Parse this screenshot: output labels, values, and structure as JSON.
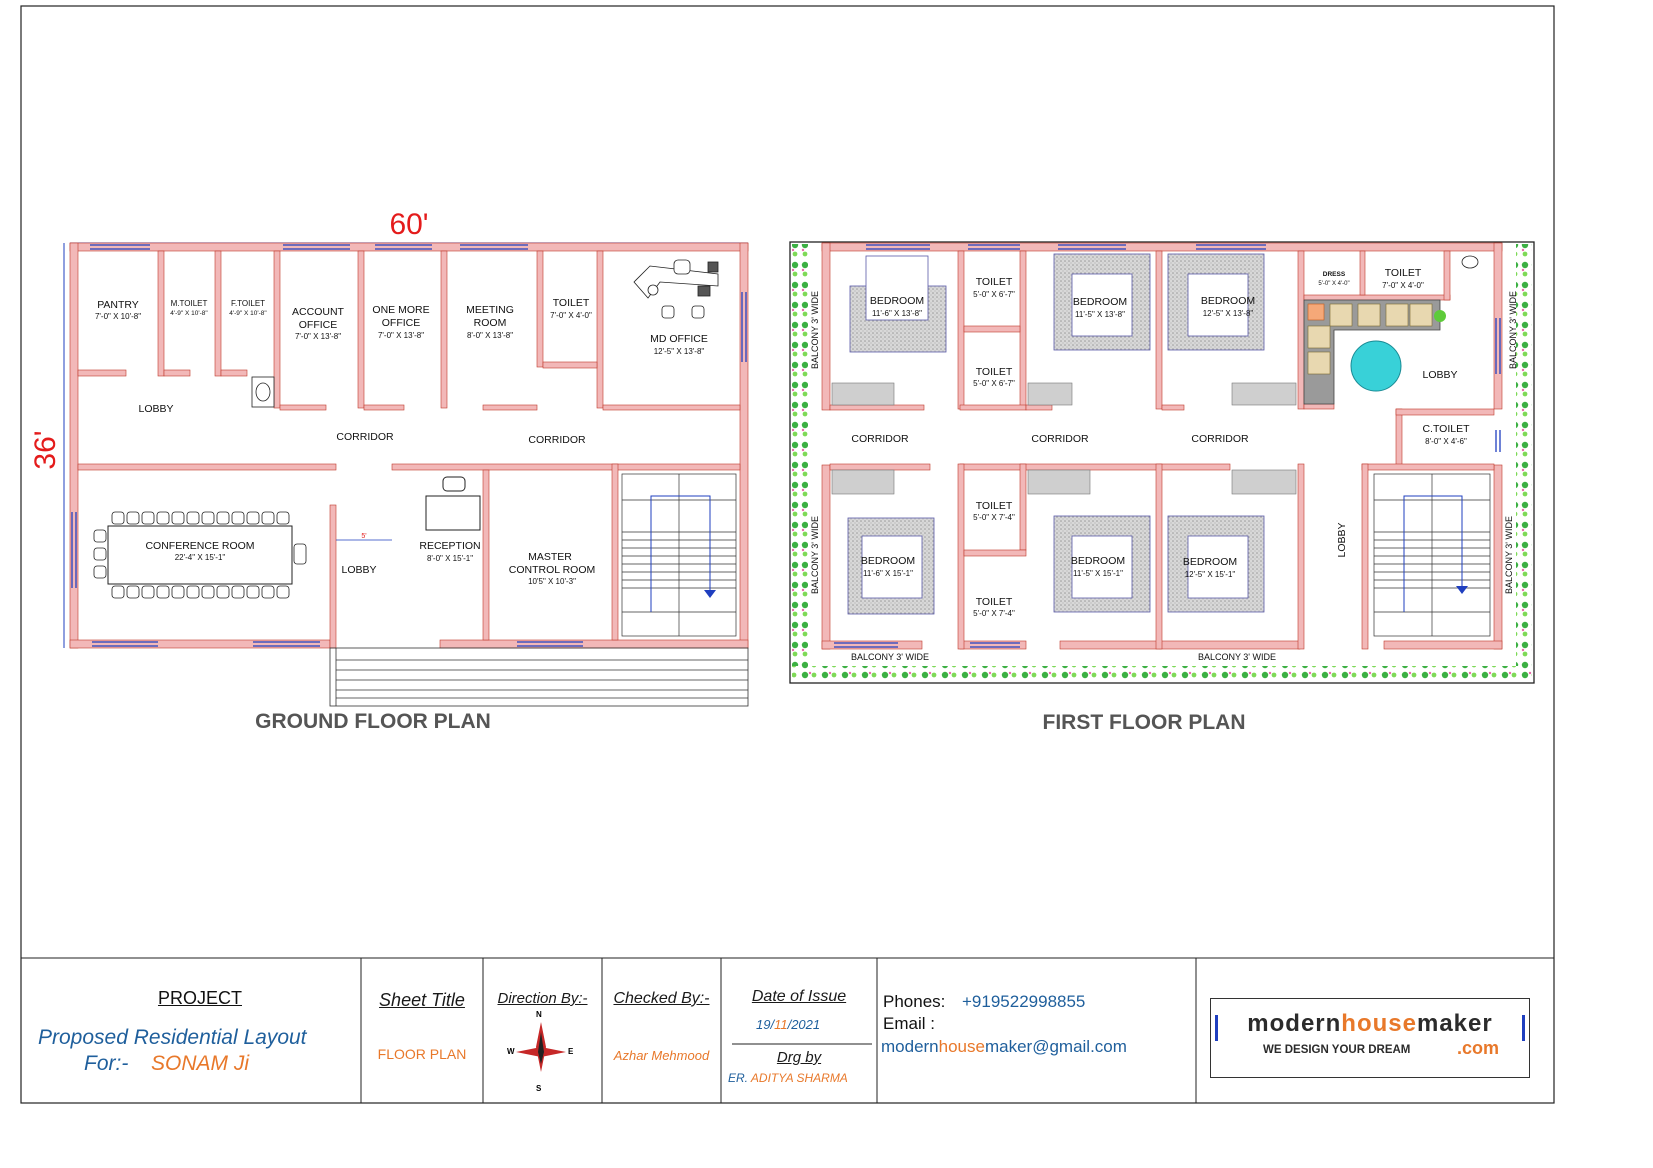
{
  "colors": {
    "wall": "#f2b8b8",
    "wall_edge": "#c0392b",
    "window": "#1f3fbf",
    "dimension": "#e41b1b",
    "plant": "#3cb043",
    "orange": "#e8782a",
    "blue": "#1f5f9c"
  },
  "dimensions": {
    "width": "60'",
    "depth": "36'"
  },
  "ground_floor": {
    "title": "GROUND FLOOR PLAN",
    "rooms": {
      "pantry": {
        "name": "PANTRY",
        "size": "7'-0\" X 10'-8\""
      },
      "mtoilet": {
        "name": "M.TOILET",
        "size": "4'-9\" X 10'-8\""
      },
      "ftoilet": {
        "name": "F.TOILET",
        "size": "4'-9\" X 10'-8\""
      },
      "account": {
        "name1": "ACCOUNT",
        "name2": "OFFICE",
        "size": "7'-0\" X 13'-8\""
      },
      "onemore": {
        "name1": "ONE MORE",
        "name2": "OFFICE",
        "size": "7'-0\" X 13'-8\""
      },
      "meeting": {
        "name1": "MEETING",
        "name2": "ROOM",
        "size": "8'-0\" X 13'-8\""
      },
      "toilet": {
        "name": "TOILET",
        "size": "7'-0\" X 4'-0\""
      },
      "md": {
        "name": "MD OFFICE",
        "size": "12'-5\" X 13'-8\""
      },
      "lobby1": {
        "name": "LOBBY"
      },
      "corridor1": {
        "name": "CORRIDOR"
      },
      "corridor2": {
        "name": "CORRIDOR"
      },
      "conference": {
        "name": "CONFERENCE ROOM",
        "size": "22'-4\" X 15'-1\""
      },
      "lobby2": {
        "name": "LOBBY"
      },
      "reception": {
        "name": "RECEPTION",
        "size": "8'-0\" X 15'-1\""
      },
      "master": {
        "name1": "MASTER",
        "name2": "CONTROL ROOM",
        "size": "10'5\" X 10'-3\""
      },
      "door_mark": "5'"
    }
  },
  "first_floor": {
    "title": "FIRST FLOOR PLAN",
    "rooms": {
      "bed1": {
        "name": "BEDROOM",
        "size": "11'-6\" X 13'-8\""
      },
      "toilet1": {
        "name": "TOILET",
        "size": "5'-0\" X 6'-7\""
      },
      "toilet2": {
        "name": "TOILET",
        "size": "5'-0\" X 6'-7\""
      },
      "bed2": {
        "name": "BEDROOM",
        "size": "11'-5\" X 13'-8\""
      },
      "bed3": {
        "name": "BEDROOM",
        "size": "12'-5\" X 13'-8\""
      },
      "dress": {
        "name": "DRESS",
        "size": "5'-0\" X 4'-0\""
      },
      "toilet3": {
        "name": "TOILET",
        "size": "7'-0\" X 4'-0\""
      },
      "lobby": {
        "name": "LOBBY"
      },
      "ctoilet": {
        "name": "C.TOILET",
        "size": "8'-0\" X 4'-6\""
      },
      "corridor1": {
        "name": "CORRIDOR"
      },
      "corridor2": {
        "name": "CORRIDOR"
      },
      "corridor3": {
        "name": "CORRIDOR"
      },
      "bed4": {
        "name": "BEDROOM",
        "size": "11'-6\" X 15'-1\""
      },
      "toilet4": {
        "name": "TOILET",
        "size": "5'-0\" X 7'-4\""
      },
      "toilet5": {
        "name": "TOILET",
        "size": "5'-0\" X 7'-4\""
      },
      "bed5": {
        "name": "BEDROOM",
        "size": "11'-5\" X 15'-1\""
      },
      "bed6": {
        "name": "BEDROOM",
        "size": "12'-5\" X 15'-1\""
      },
      "lobby2": {
        "name": "LOBBY"
      },
      "balcony_tl": "BALCONY 3' WIDE",
      "balcony_bl": "BALCONY 3' WIDE",
      "balcony_tr": "BALCONY 3' WIDE",
      "balcony_br": "BALCONY 3' WIDE",
      "balcony_b1": "BALCONY 3' WIDE",
      "balcony_b2": "BALCONY 3' WIDE"
    }
  },
  "title_block": {
    "project_label": "PROJECT",
    "project_line1": "Proposed Residential Layout",
    "project_for": "For:-",
    "project_client": "SONAM Ji",
    "sheet_title_label": "Sheet Title",
    "sheet_title": "FLOOR PLAN",
    "direction_label": "Direction By:-",
    "compass": {
      "n": "N",
      "s": "S",
      "e": "E",
      "w": "W"
    },
    "checked_label": "Checked By:-",
    "checked_by": "Azhar Mehmood",
    "date_label": "Date of Issue",
    "date_day": "19/",
    "date_month": "11",
    "date_year": "/2021",
    "drg_label": "Drg by",
    "drg_prefix": "ER.",
    "drg_name": "ADITYA SHARMA",
    "phones_label": "Phones:",
    "phone": "+919522998855",
    "email_label": "Email :",
    "email_part1": "modern",
    "email_part2": "house",
    "email_part3": "maker@gmail.com",
    "logo": {
      "p1": "modern",
      "p2": "house",
      "p3": "maker",
      "tagline": "WE DESIGN YOUR DREAM",
      "dotcom": ".com"
    }
  }
}
